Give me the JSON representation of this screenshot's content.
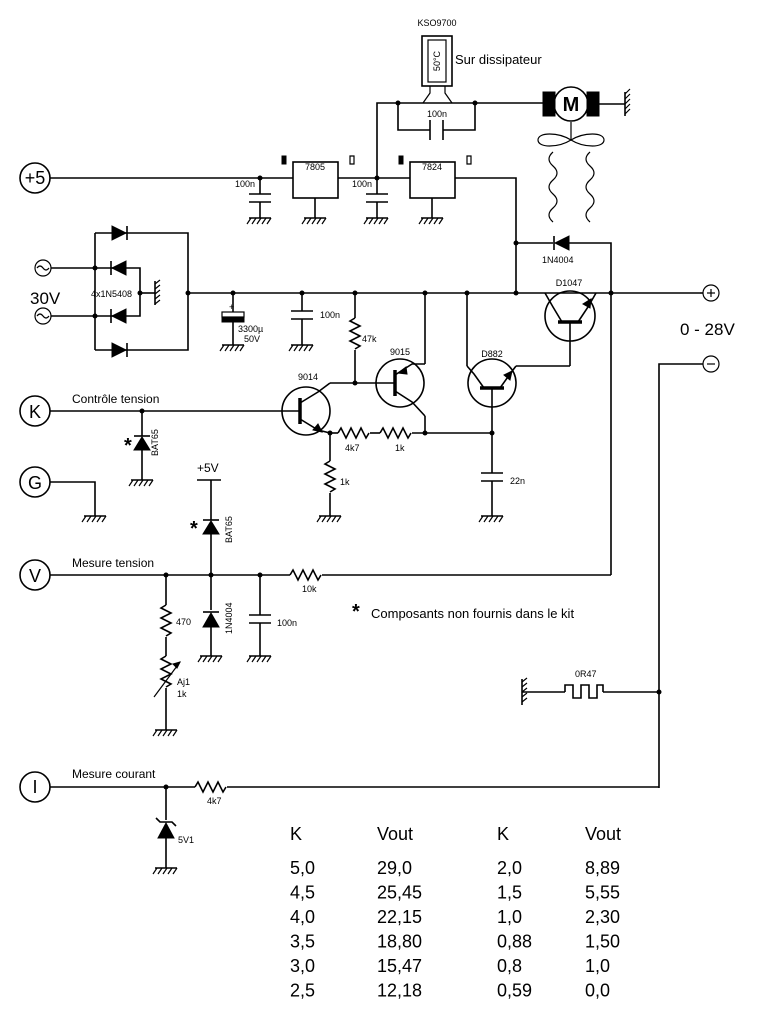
{
  "labels": {
    "sensor": "KSO9700",
    "sensor_temp": "50°C",
    "heatsink_note": "Sur dissipateur",
    "motor": "M",
    "c_sensor": "100n",
    "reg1": "7805",
    "reg2": "7824",
    "c_reg1": "100n",
    "c_reg2": "100n",
    "bridge": "4x1N5408",
    "input_voltage": "30V",
    "cap_main": "3300µ",
    "cap_main_v": "50V",
    "c_main2": "100n",
    "r_47k": "47k",
    "t_9015": "9015",
    "t_9014": "9014",
    "t_d882": "D882",
    "t_d1047": "D1047",
    "d_1n4004_top": "1N4004",
    "output_range": "0 - 28V",
    "ctrl_label": "Contrôle tension",
    "d_bat65_1": "BAT65",
    "r_4k7_1": "4k7",
    "r_1k_1": "1k",
    "r_1k_2": "1k",
    "c_22n": "22n",
    "plus5v": "+5V",
    "d_bat65_2": "BAT65",
    "volt_label": "Mesure tension",
    "r_10k": "10k",
    "r_470": "470",
    "d_1n4004_2": "1N4004",
    "c_100n_v": "100n",
    "aj1": "Aj1",
    "aj1_val": "1k",
    "note": "Composants non fournis dans le kit",
    "shunt": "0R47",
    "curr_label": "Mesure courant",
    "r_4k7_2": "4k7",
    "zener": "5V1"
  },
  "terminals": {
    "p5": "+5",
    "k": "K",
    "g": "G",
    "v": "V",
    "i": "I"
  },
  "table": {
    "headers": [
      "K",
      "Vout",
      "K",
      "Vout"
    ],
    "rows": [
      [
        "5,0",
        "29,0",
        "2,0",
        "8,89"
      ],
      [
        "4,5",
        "25,45",
        "1,5",
        "5,55"
      ],
      [
        "4,0",
        "22,15",
        "1,0",
        "2,30"
      ],
      [
        "3,5",
        "18,80",
        "0,88",
        "1,50"
      ],
      [
        "3,0",
        "15,47",
        "0,8",
        "1,0"
      ],
      [
        "2,5",
        "12,18",
        "0,59",
        "0,0"
      ]
    ]
  }
}
